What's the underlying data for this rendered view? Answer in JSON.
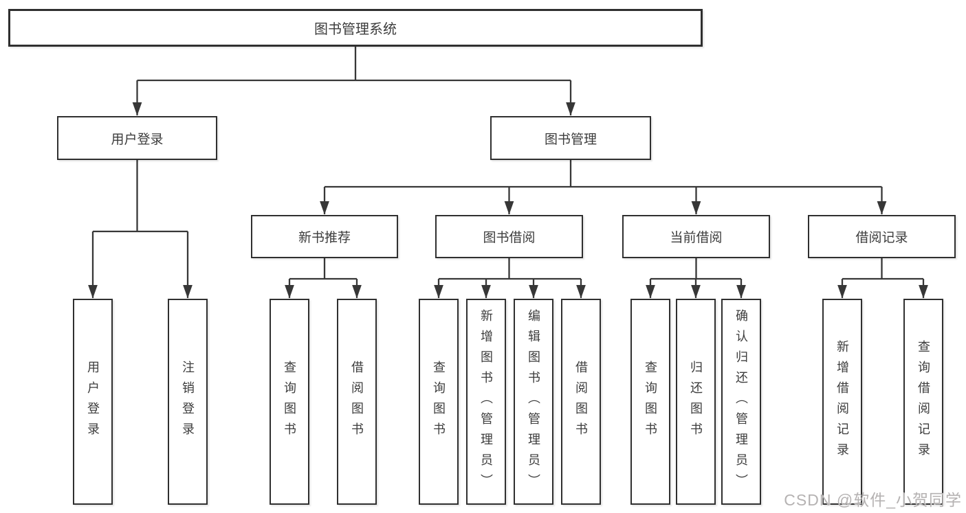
{
  "diagram": {
    "title": "图书管理系统",
    "nodes": {
      "root": "图书管理系统",
      "level2": [
        "用户登录",
        "图书管理"
      ],
      "level3": [
        "新书推荐",
        "图书借阅",
        "当前借阅",
        "借阅记录"
      ],
      "leaves_login": [
        "用户登录",
        "注销登录"
      ],
      "leaves_recommend": [
        "查询图书",
        "借阅图书"
      ],
      "leaves_borrow": [
        "查询图书",
        "新增图书（管理员）",
        "编辑图书（管理员）",
        "借阅图书"
      ],
      "leaves_current": [
        "查询图书",
        "归还图书",
        "确认归还（管理员）"
      ],
      "leaves_records": [
        "新增借阅记录",
        "查询借阅记录"
      ]
    },
    "watermark": "CSDN @软件_小贺同学",
    "colors": {
      "background": "#ffffff",
      "box_border": "#2f2f2f",
      "line": "#373737",
      "text": "#3c3c3c",
      "watermark": "#b5b2b2"
    }
  }
}
